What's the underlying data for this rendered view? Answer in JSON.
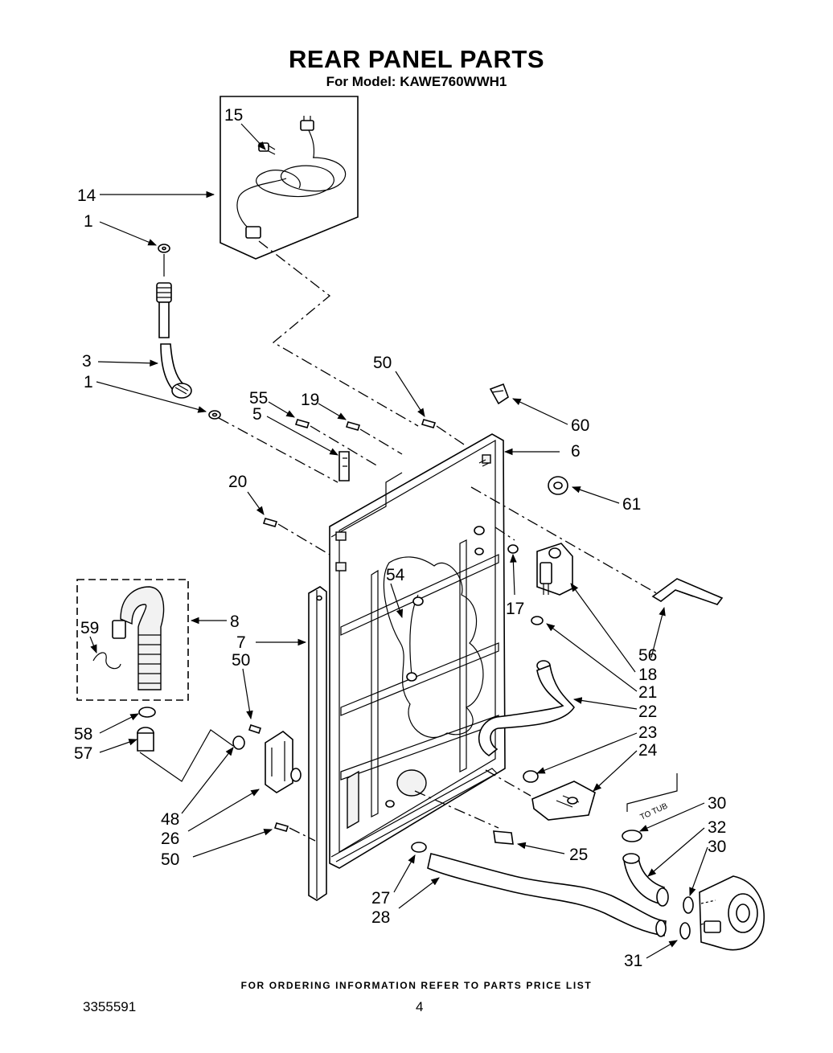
{
  "header": {
    "title": "REAR PANEL PARTS",
    "subtitle": "For Model: KAWE760WWH1"
  },
  "footer": {
    "note": "FOR ORDERING INFORMATION REFER TO PARTS PRICE LIST",
    "doc_number": "3355591",
    "page_number": "4"
  },
  "annotation": {
    "to_tub": "TO TUB"
  },
  "callouts": [
    {
      "id": "c15",
      "text": "15"
    },
    {
      "id": "c14",
      "text": "14"
    },
    {
      "id": "c1a",
      "text": "1"
    },
    {
      "id": "c3",
      "text": "3"
    },
    {
      "id": "c1b",
      "text": "1"
    },
    {
      "id": "c50a",
      "text": "50"
    },
    {
      "id": "c55",
      "text": "55"
    },
    {
      "id": "c5",
      "text": "5"
    },
    {
      "id": "c19",
      "text": "19"
    },
    {
      "id": "c60",
      "text": "60"
    },
    {
      "id": "c6",
      "text": "6"
    },
    {
      "id": "c20",
      "text": "20"
    },
    {
      "id": "c61",
      "text": "61"
    },
    {
      "id": "c54",
      "text": "54"
    },
    {
      "id": "c17",
      "text": "17"
    },
    {
      "id": "c59",
      "text": "59"
    },
    {
      "id": "c8",
      "text": "8"
    },
    {
      "id": "c7",
      "text": "7"
    },
    {
      "id": "c50b",
      "text": "50"
    },
    {
      "id": "c56",
      "text": "56"
    },
    {
      "id": "c18",
      "text": "18"
    },
    {
      "id": "c21",
      "text": "21"
    },
    {
      "id": "c22",
      "text": "22"
    },
    {
      "id": "c58",
      "text": "58"
    },
    {
      "id": "c57",
      "text": "57"
    },
    {
      "id": "c23",
      "text": "23"
    },
    {
      "id": "c24",
      "text": "24"
    },
    {
      "id": "c30a",
      "text": "30"
    },
    {
      "id": "c32",
      "text": "32"
    },
    {
      "id": "c30b",
      "text": "30"
    },
    {
      "id": "c48",
      "text": "48"
    },
    {
      "id": "c26",
      "text": "26"
    },
    {
      "id": "c50c",
      "text": "50"
    },
    {
      "id": "c25",
      "text": "25"
    },
    {
      "id": "c27",
      "text": "27"
    },
    {
      "id": "c28",
      "text": "28"
    },
    {
      "id": "c31",
      "text": "31"
    }
  ]
}
